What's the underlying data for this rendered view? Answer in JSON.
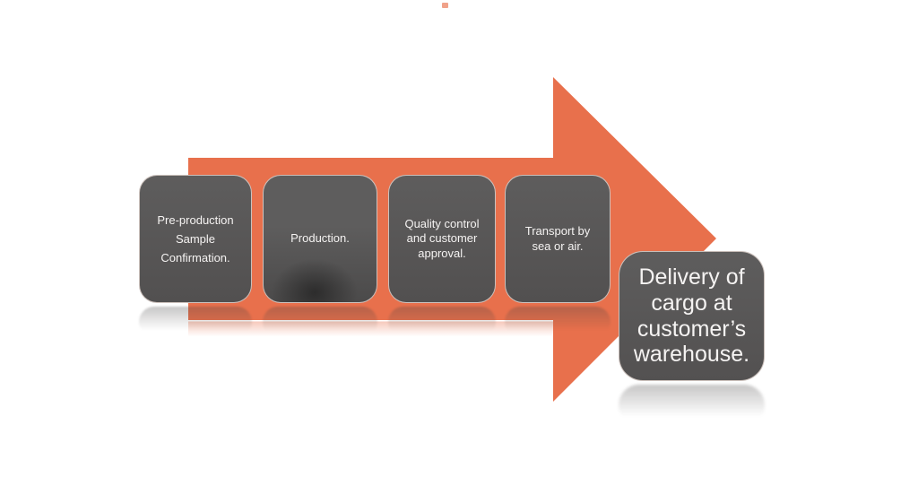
{
  "colors": {
    "arrow": "#E8704C",
    "box": "#595757",
    "box_text": "#F5F3F2",
    "background": "#FFFFFF"
  },
  "process": {
    "steps": [
      {
        "label": "Pre-production\nSample\nConfirmation."
      },
      {
        "label": "Production."
      },
      {
        "label": "Quality control\nand customer\napproval."
      },
      {
        "label": "Transport by\nsea or air."
      }
    ],
    "final_step": {
      "label": "Delivery of\ncargo at\ncustomer’s\nwarehouse."
    }
  }
}
